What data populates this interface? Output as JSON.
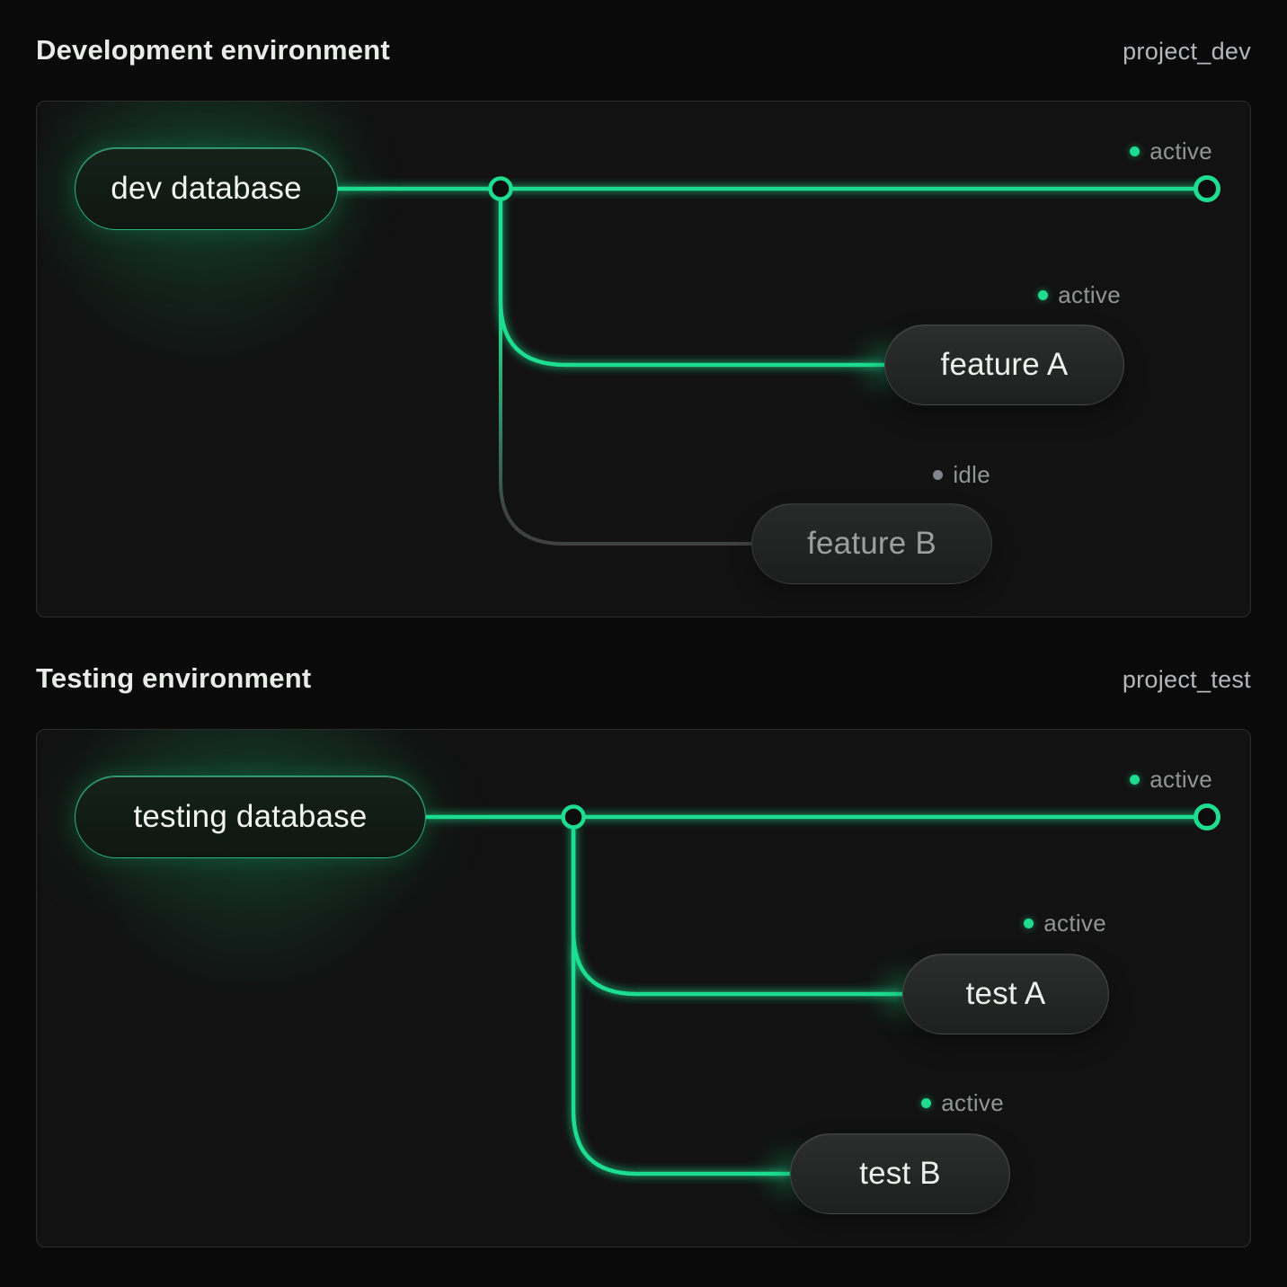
{
  "colors": {
    "accent_green": "#1edd90",
    "idle_line_gray": "#3e4240",
    "idle_text_gray": "#9aa09d",
    "status_text_gray": "#8f9693",
    "panel_background": "#121212",
    "page_background": "#0a0a0a"
  },
  "sections": [
    {
      "title": "Development environment",
      "project_label": "project_dev",
      "database": {
        "label": "dev database"
      },
      "main_branch": {
        "status": "active"
      },
      "branches": [
        {
          "label": "feature A",
          "status": "active"
        },
        {
          "label": "feature B",
          "status": "idle"
        }
      ]
    },
    {
      "title": "Testing environment",
      "project_label": "project_test",
      "database": {
        "label": "testing database"
      },
      "main_branch": {
        "status": "active"
      },
      "branches": [
        {
          "label": "test A",
          "status": "active"
        },
        {
          "label": "test B",
          "status": "active"
        }
      ]
    }
  ]
}
